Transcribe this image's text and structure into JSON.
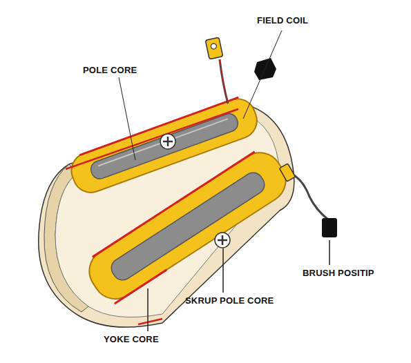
{
  "diagram": {
    "labels": [
      "FIELD COIL",
      "POLE CORE",
      "BRUSH POSITIP",
      "SKRUP POLE CORE",
      "YOKE CORE"
    ]
  }
}
